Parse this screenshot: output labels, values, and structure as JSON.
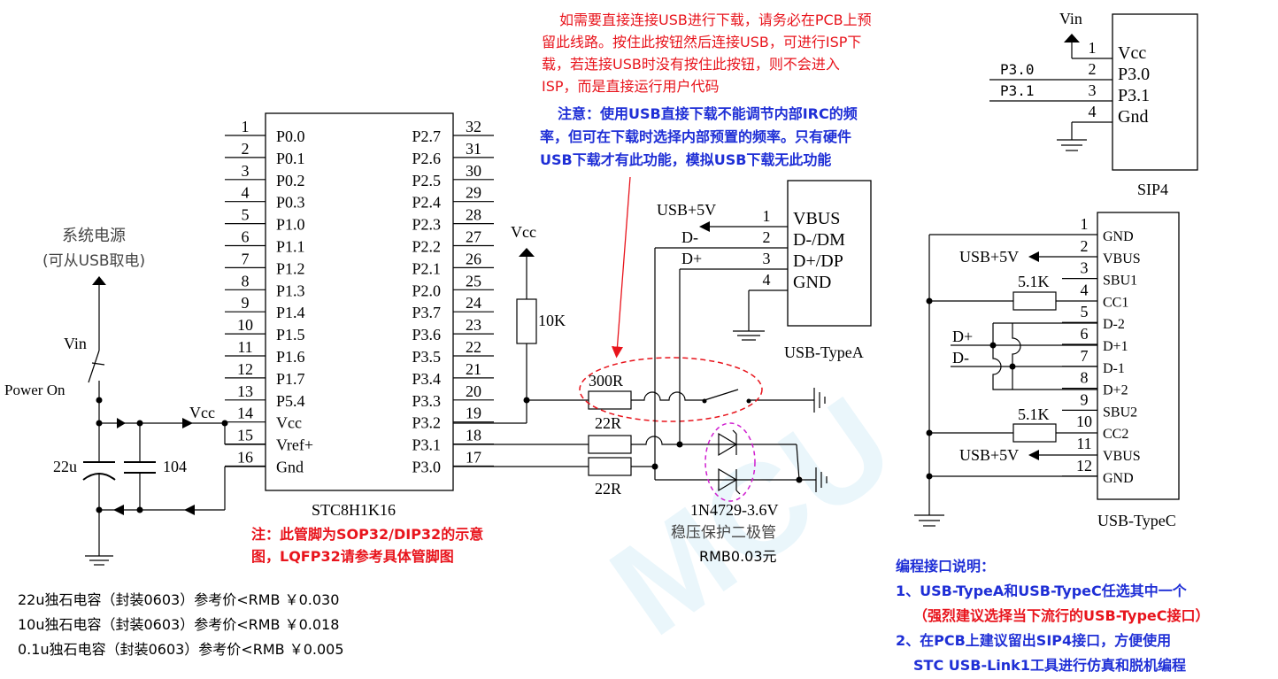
{
  "chip": {
    "name": "STC8H1K16",
    "left_pins": [
      {
        "num": "1",
        "name": "P0.0"
      },
      {
        "num": "2",
        "name": "P0.1"
      },
      {
        "num": "3",
        "name": "P0.2"
      },
      {
        "num": "4",
        "name": "P0.3"
      },
      {
        "num": "5",
        "name": "P1.0"
      },
      {
        "num": "6",
        "name": "P1.1"
      },
      {
        "num": "7",
        "name": "P1.2"
      },
      {
        "num": "8",
        "name": "P1.3"
      },
      {
        "num": "9",
        "name": "P1.4"
      },
      {
        "num": "10",
        "name": "P1.5"
      },
      {
        "num": "11",
        "name": "P1.6"
      },
      {
        "num": "12",
        "name": "P1.7"
      },
      {
        "num": "13",
        "name": "P5.4"
      },
      {
        "num": "14",
        "name": "Vcc"
      },
      {
        "num": "15",
        "name": "Vref+"
      },
      {
        "num": "16",
        "name": "Gnd"
      }
    ],
    "right_pins": [
      {
        "num": "32",
        "name": "P2.7"
      },
      {
        "num": "31",
        "name": "P2.6"
      },
      {
        "num": "30",
        "name": "P2.5"
      },
      {
        "num": "29",
        "name": "P2.4"
      },
      {
        "num": "28",
        "name": "P2.3"
      },
      {
        "num": "27",
        "name": "P2.2"
      },
      {
        "num": "26",
        "name": "P2.1"
      },
      {
        "num": "25",
        "name": "P2.0"
      },
      {
        "num": "24",
        "name": "P3.7"
      },
      {
        "num": "23",
        "name": "P3.6"
      },
      {
        "num": "22",
        "name": "P3.5"
      },
      {
        "num": "21",
        "name": "P3.4"
      },
      {
        "num": "20",
        "name": "P3.3"
      },
      {
        "num": "19",
        "name": "P3.2"
      },
      {
        "num": "18",
        "name": "P3.1"
      },
      {
        "num": "17",
        "name": "P3.0"
      }
    ]
  },
  "power": {
    "label_line1": "系统电源",
    "label_line2": "(可从USB取电)",
    "vin": "Vin",
    "switch": "Power On",
    "vcc": "Vcc",
    "cap1": "22u",
    "cap2": "104"
  },
  "pullup": {
    "vcc": "Vcc",
    "resistor": "10K"
  },
  "resistors": {
    "r300": "300R",
    "r22a": "22R",
    "r22b": "22R"
  },
  "diode": {
    "part": "1N4729-3.6V",
    "desc": "稳压保护二极管",
    "price": "RMB0.03元"
  },
  "usb_a": {
    "title": "USB-TypeA",
    "net_5v": "USB+5V",
    "dminus": "D-",
    "dplus": "D+",
    "pins": [
      {
        "num": "1",
        "name": "VBUS"
      },
      {
        "num": "2",
        "name": "D-/DM"
      },
      {
        "num": "3",
        "name": "D+/DP"
      },
      {
        "num": "4",
        "name": "GND"
      }
    ]
  },
  "sip4": {
    "title": "SIP4",
    "vin": "Vin",
    "net_p30": "P3.0",
    "net_p31": "P3.1",
    "pins": [
      {
        "num": "1",
        "name": "Vcc"
      },
      {
        "num": "2",
        "name": "P3.0"
      },
      {
        "num": "3",
        "name": "P3.1"
      },
      {
        "num": "4",
        "name": "Gnd"
      }
    ]
  },
  "usb_c": {
    "title": "USB-TypeC",
    "net_5v_top": "USB+5V",
    "net_5v_bottom": "USB+5V",
    "res_top": "5.1K",
    "res_bottom": "5.1K",
    "dplus": "D+",
    "dminus": "D-",
    "pins": [
      {
        "num": "1",
        "name": "GND"
      },
      {
        "num": "2",
        "name": "VBUS"
      },
      {
        "num": "3",
        "name": "SBU1"
      },
      {
        "num": "4",
        "name": "CC1"
      },
      {
        "num": "5",
        "name": "D-2"
      },
      {
        "num": "6",
        "name": "D+1"
      },
      {
        "num": "7",
        "name": "D-1"
      },
      {
        "num": "8",
        "name": "D+2"
      },
      {
        "num": "9",
        "name": "SBU2"
      },
      {
        "num": "10",
        "name": "CC2"
      },
      {
        "num": "11",
        "name": "VBUS"
      },
      {
        "num": "12",
        "name": "GND"
      }
    ]
  },
  "notes": {
    "red_top": [
      "如需要直接连接USB进行下载，请务必在PCB上预",
      "留此线路。按住此按钮然后连接USB，可进行ISP下",
      "载，若连接USB时没有按住此按钮，则不会进入",
      "ISP，而是直接运行用户代码"
    ],
    "blue_top": [
      "注意：使用USB直接下载不能调节内部IRC的频",
      "率，但可在下载时选择内部预置的频率。只有硬件",
      "USB下载才有此功能，模拟USB下载无此功能"
    ],
    "pin_note": [
      "注：此管脚为SOP32/DIP32的示意",
      "图，LQFP32请参考具体管脚图"
    ],
    "cap_prices": [
      "22u独石电容（封装0603）参考价<RMB ￥0.030",
      "10u独石电容（封装0603）参考价<RMB ￥0.018",
      "0.1u独石电容（封装0603）参考价<RMB ￥0.005"
    ],
    "prog_title": "编程接口说明：",
    "prog_1": "1、USB-TypeA和USB-TypeC任选其中一个",
    "prog_1b": "（强烈建议选择当下流行的USB-TypeC接口）",
    "prog_2": "2、在PCB上建议留出SIP4接口，方便使用",
    "prog_2b": "STC USB-Link1工具进行仿真和脱机编程"
  },
  "watermark": "MCU"
}
